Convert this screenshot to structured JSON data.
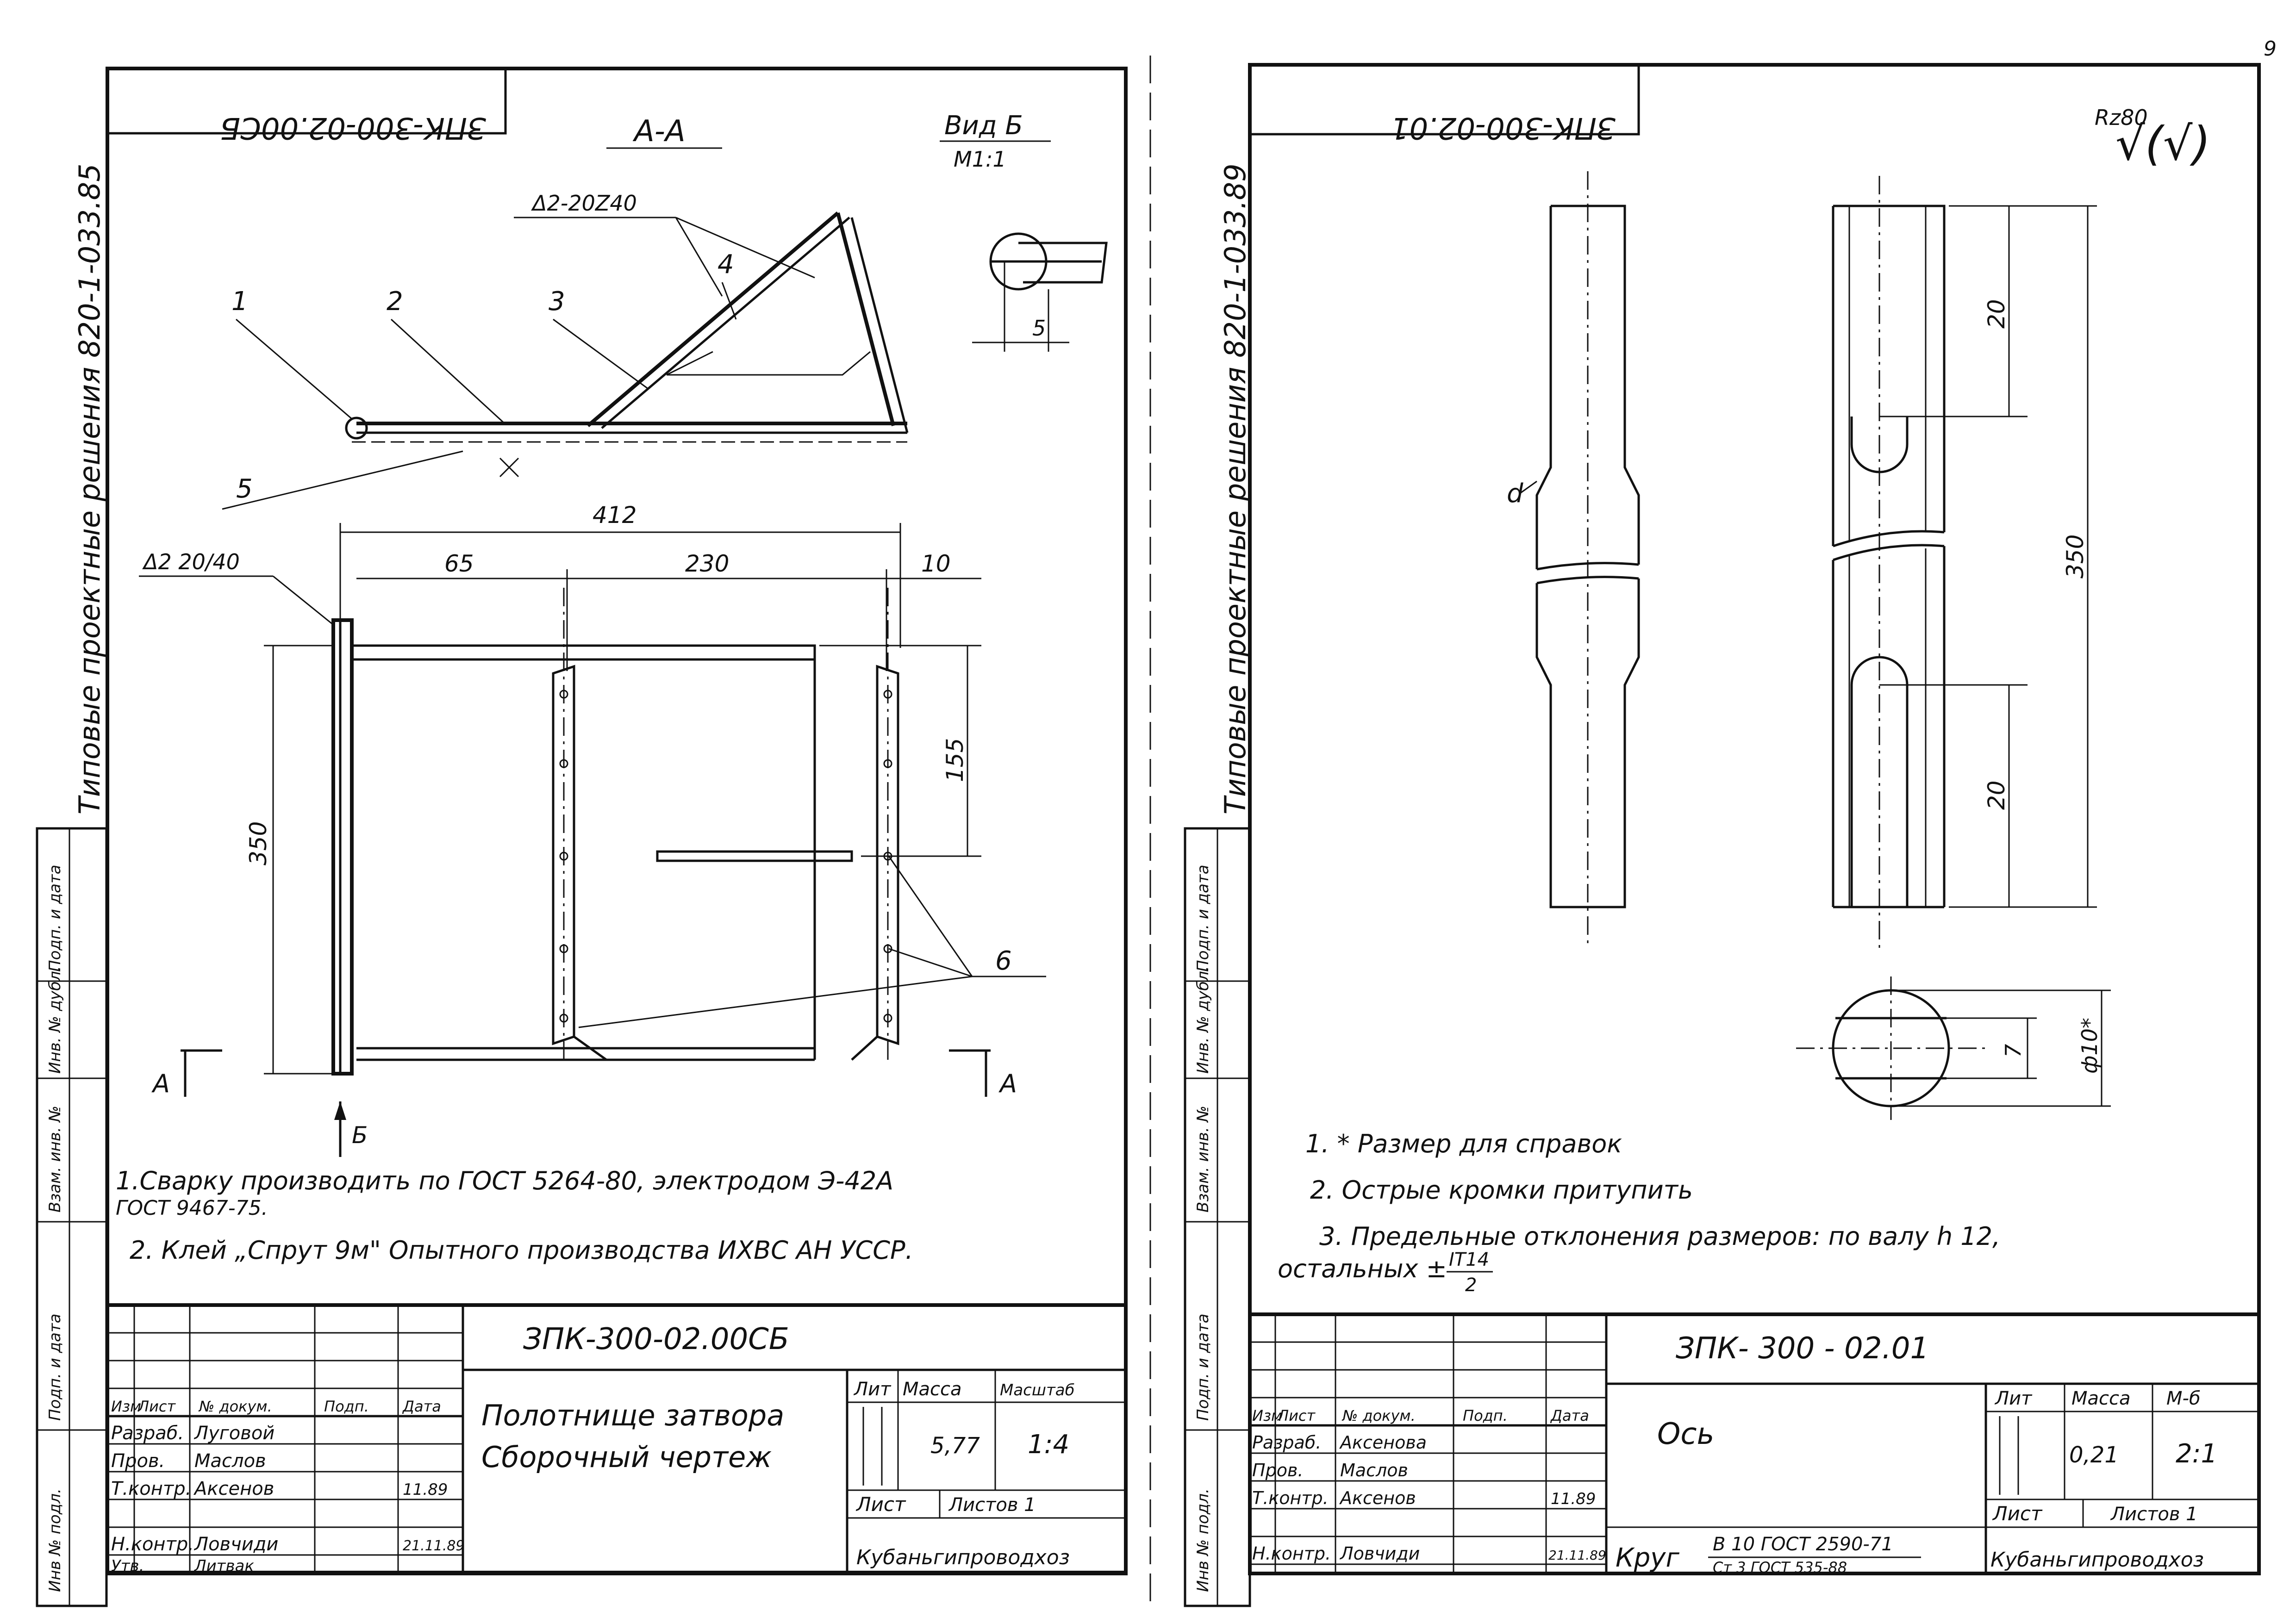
{
  "page_number": "9",
  "left": {
    "code_box": "ЗПК-300-02.00СБ",
    "section_label": "А-А",
    "view_label": "Вид Б",
    "view_scale": "М1:1",
    "weld_top": "Δ2-20Z40",
    "weld_left": "Δ2 20/40",
    "callouts": [
      "1",
      "2",
      "3",
      "4",
      "5",
      "6"
    ],
    "view_dim_5": "5",
    "dims": {
      "d412": "412",
      "d65": "65",
      "d230": "230",
      "d10": "10",
      "d350": "350",
      "d155": "155"
    },
    "cut_label": "А",
    "view_arrow_label": "Б",
    "side_title": "Типовые проектные решения 820-1-033.85",
    "side_stamps": [
      "Инв № подл.",
      "Подп. и дата",
      "Взам. инв. №",
      "Инв. № дубл.",
      "Подп. и дата"
    ],
    "notes": [
      "1.Сварку производить    по    ГОСТ 5264-80,   электродом Э-42А",
      "ГОСТ 9467-75.",
      "2. Клей „Спрут 9м\" Опытного производства  ИХВС  АН  УССР."
    ],
    "title_block": {
      "code": "ЗПК-300-02.00СБ",
      "name_line1": "Полотнище  затвора",
      "name_line2": "Сборочный  чертеж",
      "hdr": [
        "Изм",
        "Лист",
        "№ докум.",
        "Подп.",
        "Дата"
      ],
      "roles": [
        "Разраб.",
        "Пров.",
        "Т.контр.",
        "Н.контр.",
        "Утв."
      ],
      "people": [
        "Луговой",
        "Маслов",
        "Аксенов",
        "Ловчиди",
        "Литвак"
      ],
      "date_val": "11.89",
      "date_val2": "21.11.89",
      "lit_hdr": "Лит",
      "mass_hdr": "Масса",
      "scale_hdr": "Масштаб",
      "mass": "5,77",
      "scale": "1:4",
      "sheet": "Лист",
      "sheets": "Листов 1",
      "org": "Кубаньгипроводхоз"
    }
  },
  "right": {
    "code_box": "ЗПК-300-02.01",
    "roughness": "Rz80",
    "roughness_sym": "√(√)",
    "d_label": "d",
    "dims": {
      "d20a": "20",
      "d20b": "20",
      "d350": "350",
      "d7": "7",
      "d10": "ф10*"
    },
    "side_title": "Типовые проектные решения 820-1-033.89",
    "side_stamps": [
      "Инв № подл.",
      "Подп. и дата",
      "Взам. инв. №",
      "Инв. № дубл.",
      "Подп. и дата"
    ],
    "notes": [
      "1. * Размер для справок",
      "2. Острые  кромки  притупить",
      "3. Предельные   отклонения   размеров:   по валу  h 12,",
      "остальных  ±",
      "IT14",
      "2"
    ],
    "title_block": {
      "code": "ЗПК- 300 - 02.01",
      "name": "Ось",
      "hdr": [
        "Изм",
        "Лист",
        "№ докум.",
        "Подп.",
        "Дата"
      ],
      "roles": [
        "Разраб.",
        "Пров.",
        "Т.контр.",
        "Н.контр."
      ],
      "people": [
        "Аксенова",
        "Маслов",
        "Аксенов",
        "Ловчиди"
      ],
      "date_val": "11.89",
      "date_val2": "21.11.89",
      "lit_hdr": "Лит",
      "mass_hdr": "Масса",
      "scale_hdr": "М-б",
      "mass": "0,21",
      "scale": "2:1",
      "sheet": "Лист",
      "sheets": "Листов 1",
      "material_word": "Круг",
      "material_top": "В 10 ГОСТ 2590-71",
      "material_bot": "Ст 3 ГОСТ 535-88",
      "org": "Кубаньгипроводхоз"
    }
  }
}
